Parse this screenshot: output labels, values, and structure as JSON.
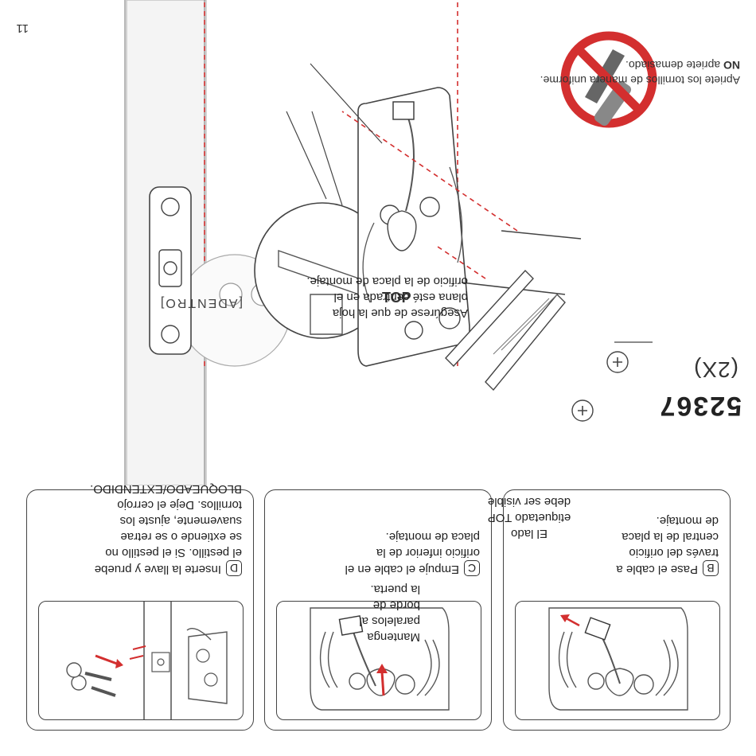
{
  "page_number": "11",
  "colors": {
    "accent": "#d32f2f",
    "outline": "#444444",
    "door": "#b8b8b8"
  },
  "panels": {
    "b": {
      "badge": "B",
      "lines": [
        "Pase el cable a",
        "través del orificio",
        "central de la placa",
        "de montaje."
      ]
    },
    "c": {
      "badge": "C",
      "lines": [
        "Empuje el cable en el",
        "orificio inferior de la",
        "placa de montaje."
      ]
    },
    "d": {
      "badge": "D",
      "lines": [
        "Inserte la llave y pruebe",
        "el pestillo. Si el pestillo no",
        "se extiende o se retrae",
        "suavemente, ajuste los",
        "tornillos. Deje el cerrojo",
        "BLOQUEADO/EXTENDIDO."
      ]
    }
  },
  "labels": {
    "adentro": "[ADENTRO]",
    "flat_sheet": [
      "Asegúrese de que la hoja",
      "plana esté centrada en el",
      "orificio de la placa de montaje."
    ],
    "part_number": "52367",
    "quantity": "(2X)",
    "top_side": [
      "El lado",
      "etiquetado TOP",
      "debe ser visible"
    ],
    "parallel": [
      "Mantenga",
      "paralelos al",
      "borde de",
      "la puerta."
    ],
    "tighten_bold": "NO",
    "tighten_line1": "Apriete los tornillos de manera uniforme.",
    "tighten_line2": "apriete demasiado.",
    "plate_top": "TOP"
  },
  "icons": [
    "cable-connector-icon",
    "arrow-icon",
    "key-icon",
    "latch-icon",
    "screw-icon",
    "no-overtighten-icon",
    "mounting-plate-icon",
    "door-lock-icon"
  ]
}
